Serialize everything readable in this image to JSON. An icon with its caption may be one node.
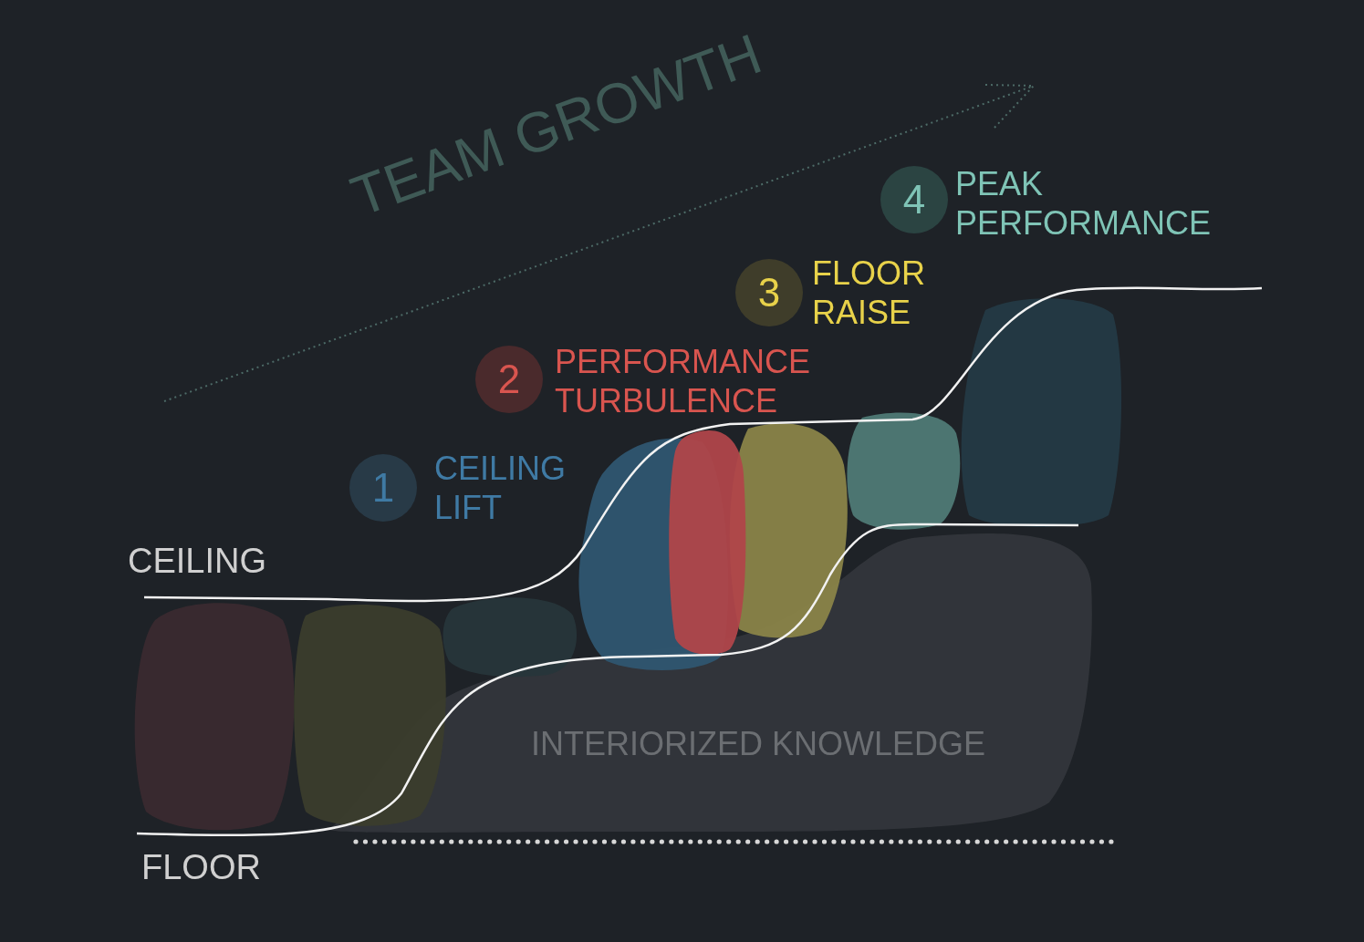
{
  "diagram": {
    "nodes": [
      {
        "text": [
          "1"
        ],
        "beside": [
          "CEILING LIFT"
        ]
      },
      {
        "text": [
          "2"
        ],
        "beside": [
          "PERFORMANCE TURBULENCE"
        ]
      },
      {
        "text": [
          "3"
        ],
        "beside": [
          "FLOOR RAISE"
        ]
      },
      {
        "text": [
          "4"
        ],
        "beside": [
          "PEAK PERFORMANCE"
        ]
      }
    ],
    "labels": [
      "TEAM GROWTH",
      "CEILING",
      "INTERIORIZED KNOWLEDGE",
      "FLOOR"
    ]
  }
}
